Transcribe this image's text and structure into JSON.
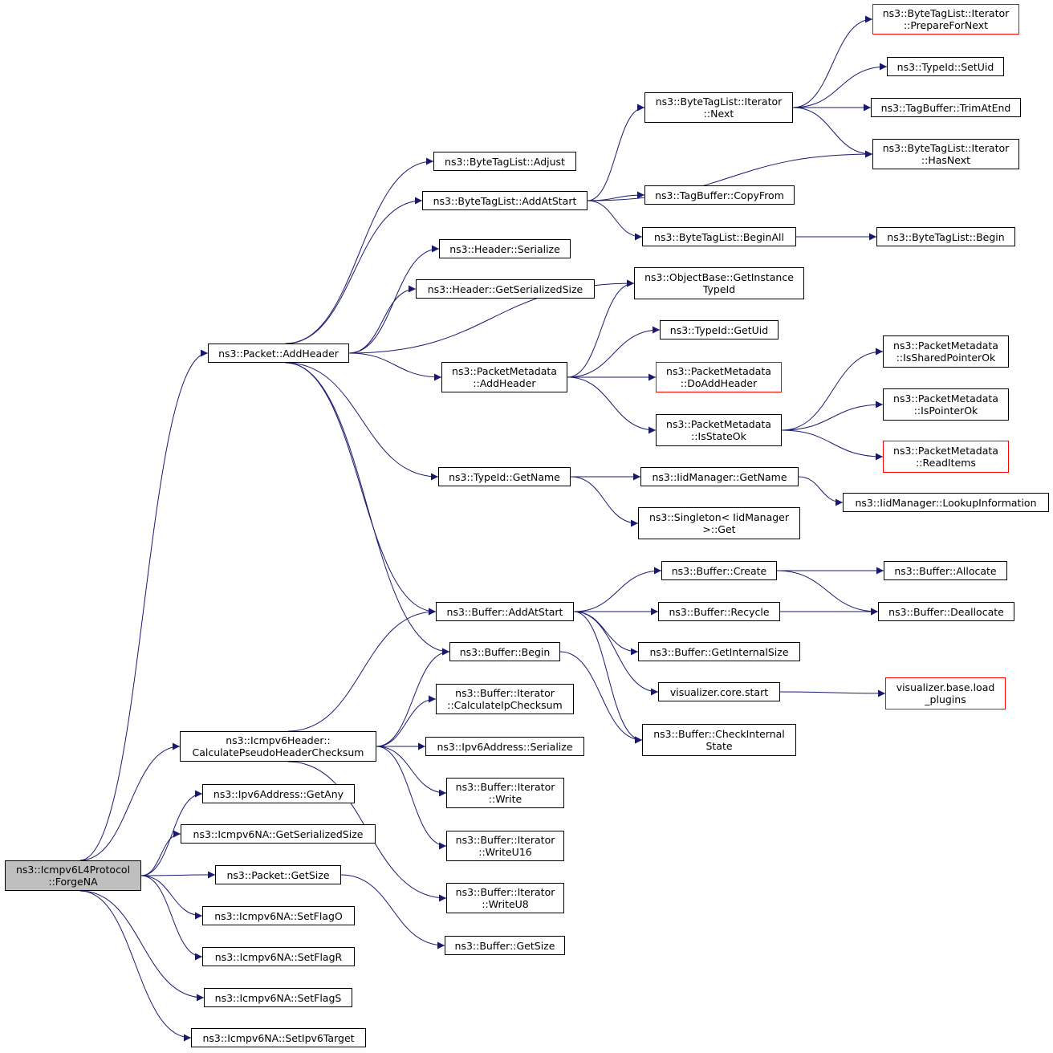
{
  "diagram": {
    "nodes": [
      {
        "id": "root",
        "label": "ns3::Icmpv6L4Protocol\n::ForgeNA",
        "style": "root"
      },
      {
        "id": "pkt_addheader",
        "label": "ns3::Packet::AddHeader",
        "style": "normal"
      },
      {
        "id": "icmp_calc",
        "label": "ns3::Icmpv6Header::\nCalculatePseudoHeaderChecksum",
        "style": "normal"
      },
      {
        "id": "ipv6_getany",
        "label": "ns3::Ipv6Address::GetAny",
        "style": "normal"
      },
      {
        "id": "na_getsersize",
        "label": "ns3::Icmpv6NA::GetSerializedSize",
        "style": "normal"
      },
      {
        "id": "pkt_getsize",
        "label": "ns3::Packet::GetSize",
        "style": "normal"
      },
      {
        "id": "na_setflago",
        "label": "ns3::Icmpv6NA::SetFlagO",
        "style": "normal"
      },
      {
        "id": "na_setflagr",
        "label": "ns3::Icmpv6NA::SetFlagR",
        "style": "normal"
      },
      {
        "id": "na_setflags",
        "label": "ns3::Icmpv6NA::SetFlagS",
        "style": "normal"
      },
      {
        "id": "na_settarget",
        "label": "ns3::Icmpv6NA::SetIpv6Target",
        "style": "normal"
      },
      {
        "id": "btl_adjust",
        "label": "ns3::ByteTagList::Adjust",
        "style": "normal"
      },
      {
        "id": "btl_addatstart",
        "label": "ns3::ByteTagList::AddAtStart",
        "style": "normal"
      },
      {
        "id": "hdr_serialize",
        "label": "ns3::Header::Serialize",
        "style": "normal"
      },
      {
        "id": "hdr_getsersize",
        "label": "ns3::Header::GetSerializedSize",
        "style": "normal"
      },
      {
        "id": "pm_addheader",
        "label": "ns3::PacketMetadata\n::AddHeader",
        "style": "normal"
      },
      {
        "id": "typeid_getname",
        "label": "ns3::TypeId::GetName",
        "style": "normal"
      },
      {
        "id": "buf_addatstart",
        "label": "ns3::Buffer::AddAtStart",
        "style": "normal"
      },
      {
        "id": "buf_begin",
        "label": "ns3::Buffer::Begin",
        "style": "normal"
      },
      {
        "id": "bi_calcip",
        "label": "ns3::Buffer::Iterator\n::CalculateIpChecksum",
        "style": "normal"
      },
      {
        "id": "ipv6_serialize",
        "label": "ns3::Ipv6Address::Serialize",
        "style": "normal"
      },
      {
        "id": "bi_write",
        "label": "ns3::Buffer::Iterator\n::Write",
        "style": "normal"
      },
      {
        "id": "bi_writeu16",
        "label": "ns3::Buffer::Iterator\n::WriteU16",
        "style": "normal"
      },
      {
        "id": "bi_writeu8",
        "label": "ns3::Buffer::Iterator\n::WriteU8",
        "style": "normal"
      },
      {
        "id": "buf_getsize",
        "label": "ns3::Buffer::GetSize",
        "style": "normal"
      },
      {
        "id": "btli_next",
        "label": "ns3::ByteTagList::Iterator\n::Next",
        "style": "normal"
      },
      {
        "id": "tb_copyfrom",
        "label": "ns3::TagBuffer::CopyFrom",
        "style": "normal"
      },
      {
        "id": "btl_beginall",
        "label": "ns3::ByteTagList::BeginAll",
        "style": "normal"
      },
      {
        "id": "ob_getinst",
        "label": "ns3::ObjectBase::GetInstance\nTypeId",
        "style": "normal"
      },
      {
        "id": "typeid_getuid",
        "label": "ns3::TypeId::GetUid",
        "style": "normal"
      },
      {
        "id": "pm_doaddheader",
        "label": "ns3::PacketMetadata\n::DoAddHeader",
        "style": "red"
      },
      {
        "id": "pm_isstateok",
        "label": "ns3::PacketMetadata\n::IsStateOk",
        "style": "normal"
      },
      {
        "id": "iid_getname",
        "label": "ns3::IidManager::GetName",
        "style": "normal"
      },
      {
        "id": "singleton_get",
        "label": "ns3::Singleton< IidManager\n>::Get",
        "style": "normal"
      },
      {
        "id": "buf_create",
        "label": "ns3::Buffer::Create",
        "style": "normal"
      },
      {
        "id": "buf_recycle",
        "label": "ns3::Buffer::Recycle",
        "style": "normal"
      },
      {
        "id": "buf_getinternalsize",
        "label": "ns3::Buffer::GetInternalSize",
        "style": "normal"
      },
      {
        "id": "viz_core_start",
        "label": "visualizer.core.start",
        "style": "normal"
      },
      {
        "id": "buf_checkinternal",
        "label": "ns3::Buffer::CheckInternal\nState",
        "style": "normal"
      },
      {
        "id": "btli_prepare",
        "label": "ns3::ByteTagList::Iterator\n::PrepareForNext",
        "style": "red"
      },
      {
        "id": "typeid_setuid",
        "label": "ns3::TypeId::SetUid",
        "style": "normal"
      },
      {
        "id": "tb_trimatend",
        "label": "ns3::TagBuffer::TrimAtEnd",
        "style": "normal"
      },
      {
        "id": "btli_hasnext",
        "label": "ns3::ByteTagList::Iterator\n::HasNext",
        "style": "normal"
      },
      {
        "id": "btl_begin",
        "label": "ns3::ByteTagList::Begin",
        "style": "normal"
      },
      {
        "id": "pm_issharedptr",
        "label": "ns3::PacketMetadata\n::IsSharedPointerOk",
        "style": "normal"
      },
      {
        "id": "pm_ispointerok",
        "label": "ns3::PacketMetadata\n::IsPointerOk",
        "style": "normal"
      },
      {
        "id": "pm_readitems",
        "label": "ns3::PacketMetadata\n::ReadItems",
        "style": "red"
      },
      {
        "id": "iid_lookup",
        "label": "ns3::IidManager::LookupInformation",
        "style": "normal"
      },
      {
        "id": "buf_allocate",
        "label": "ns3::Buffer::Allocate",
        "style": "normal"
      },
      {
        "id": "buf_deallocate",
        "label": "ns3::Buffer::Deallocate",
        "style": "normal"
      },
      {
        "id": "viz_base_load",
        "label": "visualizer.base.load\n_plugins",
        "style": "red"
      }
    ],
    "edges": [
      [
        "root",
        "pkt_addheader"
      ],
      [
        "root",
        "icmp_calc"
      ],
      [
        "root",
        "ipv6_getany"
      ],
      [
        "root",
        "na_getsersize"
      ],
      [
        "root",
        "pkt_getsize"
      ],
      [
        "root",
        "na_setflago"
      ],
      [
        "root",
        "na_setflagr"
      ],
      [
        "root",
        "na_setflags"
      ],
      [
        "root",
        "na_settarget"
      ],
      [
        "pkt_addheader",
        "btl_adjust"
      ],
      [
        "pkt_addheader",
        "btl_addatstart"
      ],
      [
        "pkt_addheader",
        "hdr_serialize"
      ],
      [
        "pkt_addheader",
        "hdr_getsersize"
      ],
      [
        "pkt_addheader",
        "ob_getinst"
      ],
      [
        "pkt_addheader",
        "pm_addheader"
      ],
      [
        "pkt_addheader",
        "typeid_getname"
      ],
      [
        "pkt_addheader",
        "buf_addatstart"
      ],
      [
        "pkt_addheader",
        "buf_begin"
      ],
      [
        "btl_addatstart",
        "btli_next"
      ],
      [
        "btl_addatstart",
        "btli_hasnext"
      ],
      [
        "btl_addatstart",
        "tb_copyfrom"
      ],
      [
        "btl_addatstart",
        "btl_beginall"
      ],
      [
        "btli_next",
        "btli_prepare"
      ],
      [
        "btli_next",
        "typeid_setuid"
      ],
      [
        "btli_next",
        "tb_trimatend"
      ],
      [
        "btli_next",
        "btli_hasnext"
      ],
      [
        "btl_beginall",
        "btl_begin"
      ],
      [
        "pm_addheader",
        "ob_getinst"
      ],
      [
        "pm_addheader",
        "typeid_getuid"
      ],
      [
        "pm_addheader",
        "pm_doaddheader"
      ],
      [
        "pm_addheader",
        "pm_isstateok"
      ],
      [
        "pm_isstateok",
        "pm_issharedptr"
      ],
      [
        "pm_isstateok",
        "pm_ispointerok"
      ],
      [
        "pm_isstateok",
        "pm_readitems"
      ],
      [
        "typeid_getname",
        "iid_getname"
      ],
      [
        "typeid_getname",
        "singleton_get"
      ],
      [
        "iid_getname",
        "iid_lookup"
      ],
      [
        "buf_addatstart",
        "buf_create"
      ],
      [
        "buf_addatstart",
        "buf_recycle"
      ],
      [
        "buf_addatstart",
        "buf_getinternalsize"
      ],
      [
        "buf_addatstart",
        "viz_core_start"
      ],
      [
        "buf_addatstart",
        "buf_checkinternal"
      ],
      [
        "buf_create",
        "buf_allocate"
      ],
      [
        "buf_create",
        "buf_deallocate"
      ],
      [
        "buf_recycle",
        "buf_deallocate"
      ],
      [
        "viz_core_start",
        "viz_base_load"
      ],
      [
        "buf_begin",
        "buf_checkinternal"
      ],
      [
        "icmp_calc",
        "buf_addatstart"
      ],
      [
        "icmp_calc",
        "buf_begin"
      ],
      [
        "icmp_calc",
        "bi_calcip"
      ],
      [
        "icmp_calc",
        "ipv6_serialize"
      ],
      [
        "icmp_calc",
        "bi_write"
      ],
      [
        "icmp_calc",
        "bi_writeu16"
      ],
      [
        "icmp_calc",
        "bi_writeu8"
      ],
      [
        "pkt_getsize",
        "buf_getsize"
      ]
    ],
    "colors": {
      "edge": "#191970",
      "node_border": "#000000",
      "node_border_red": "#ff0000",
      "root_fill": "#bfbfbf",
      "node_fill": "#ffffff"
    }
  }
}
